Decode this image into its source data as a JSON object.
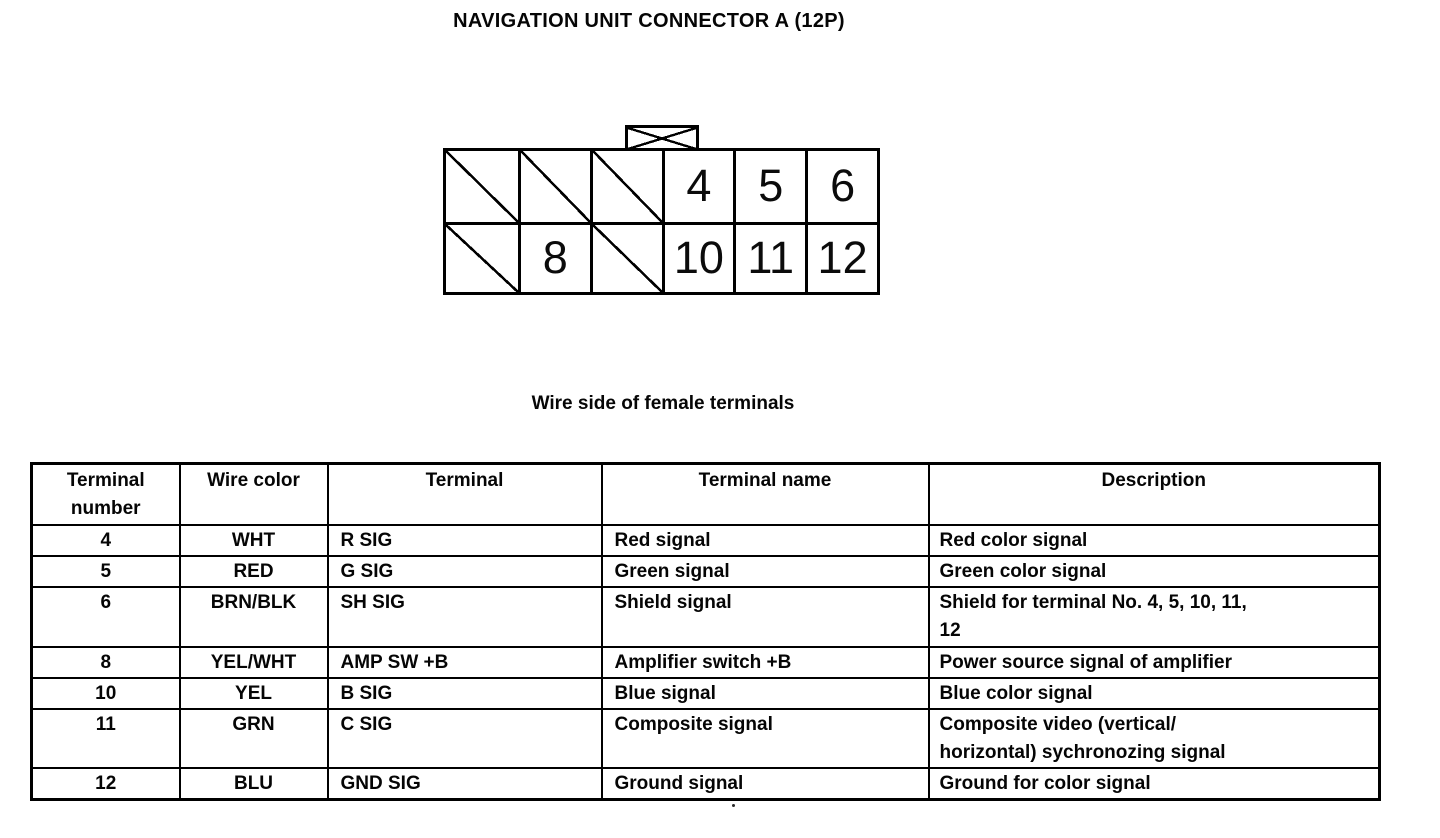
{
  "page": {
    "title": "NAVIGATION UNIT CONNECTOR A (12P)",
    "caption": "Wire side of female terminals"
  },
  "connector": {
    "rows": [
      [
        {
          "type": "slash"
        },
        {
          "type": "slash"
        },
        {
          "type": "slash"
        },
        {
          "type": "pin",
          "label": "4"
        },
        {
          "type": "pin",
          "label": "5"
        },
        {
          "type": "pin",
          "label": "6"
        }
      ],
      [
        {
          "type": "slash"
        },
        {
          "type": "pin",
          "label": "8"
        },
        {
          "type": "slash"
        },
        {
          "type": "pin",
          "label": "10"
        },
        {
          "type": "pin",
          "label": "11"
        },
        {
          "type": "pin",
          "label": "12"
        }
      ]
    ]
  },
  "table": {
    "headers": [
      "Terminal number",
      "Wire color",
      "Terminal",
      "Terminal name",
      "Description"
    ],
    "rows": [
      [
        "4",
        "WHT",
        "R SIG",
        "Red signal",
        "Red color signal"
      ],
      [
        "5",
        "RED",
        "G SIG",
        "Green signal",
        "Green color signal"
      ],
      [
        "6",
        "BRN/BLK",
        "SH SIG",
        "Shield signal",
        "Shield for terminal No. 4, 5, 10, 11,\n12"
      ],
      [
        "8",
        "YEL/WHT",
        "AMP SW +B",
        "Amplifier switch +B",
        "Power source signal of amplifier"
      ],
      [
        "10",
        "YEL",
        "B SIG",
        "Blue signal",
        "Blue color signal"
      ],
      [
        "11",
        "GRN",
        "C SIG",
        "Composite signal",
        "Composite video (vertical/\nhorizontal) sychronozing signal"
      ],
      [
        "12",
        "BLU",
        "GND SIG",
        "Ground signal",
        "Ground for color signal"
      ]
    ]
  },
  "colors": {
    "ink": "#000000",
    "paper": "#ffffff"
  }
}
